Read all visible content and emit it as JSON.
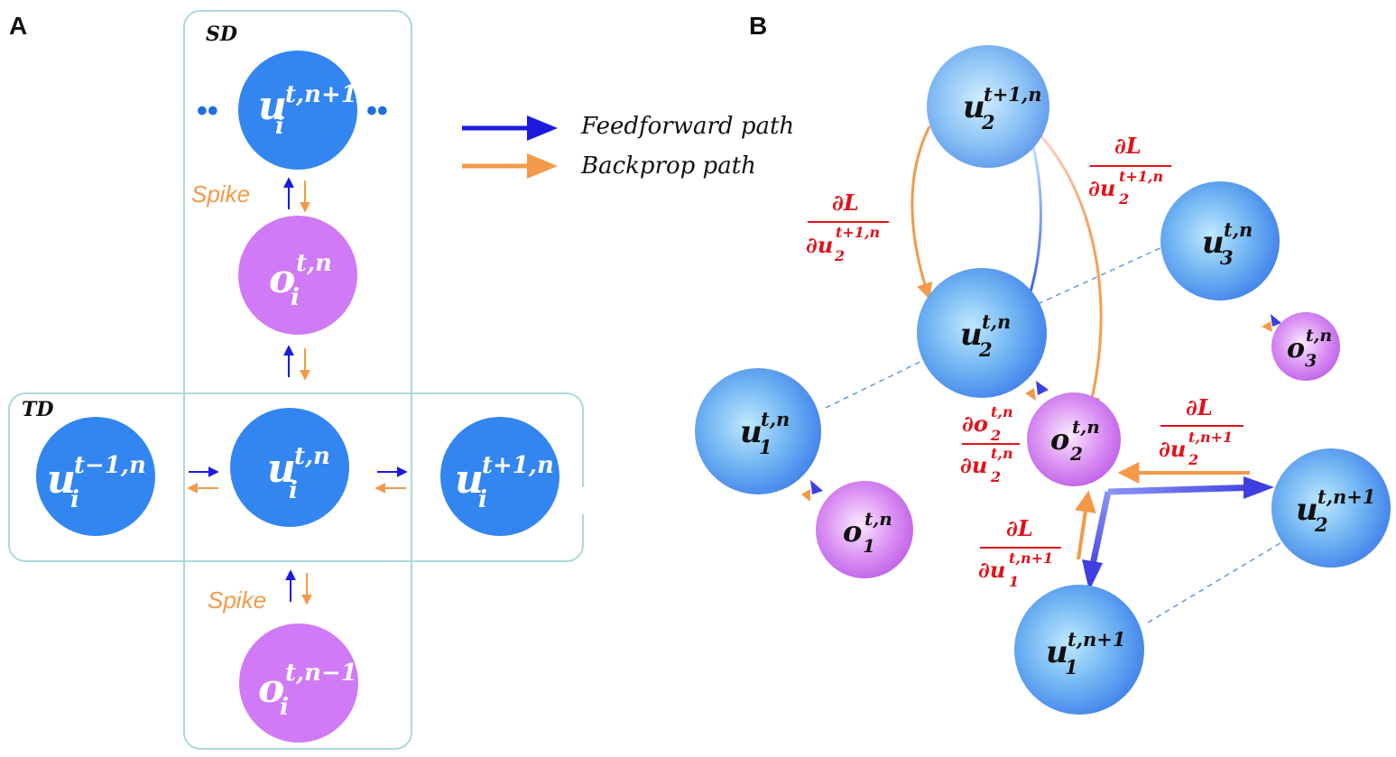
{
  "panels": {
    "a": "A",
    "b": "B"
  },
  "panel_a": {
    "sd_label": "SD",
    "td_label": "TD",
    "spike_top": "Spike",
    "spike_bottom": "Spike",
    "ellipsis": "••",
    "nodes": {
      "u_top": {
        "base": "u",
        "sub": "i",
        "sup": "t,n+1"
      },
      "o_mid": {
        "base": "o",
        "sub": "i",
        "sup": "t,n"
      },
      "u_center": {
        "base": "u",
        "sub": "i",
        "sup": "t,n"
      },
      "u_left": {
        "base": "u",
        "sub": "i",
        "sup": "t−1,n"
      },
      "u_right": {
        "base": "u",
        "sub": "i",
        "sup": "t+1,n"
      },
      "o_bottom": {
        "base": "o",
        "sub": "i",
        "sup": "t,n−1"
      }
    }
  },
  "legend": {
    "feedforward": "Feedforward path",
    "backprop": "Backprop path"
  },
  "panel_b": {
    "nodes": {
      "u2_next": {
        "base": "u",
        "sub": "2",
        "sup": "t+1,n"
      },
      "u3": {
        "base": "u",
        "sub": "3",
        "sup": "t,n"
      },
      "u2": {
        "base": "u",
        "sub": "2",
        "sup": "t,n"
      },
      "o3": {
        "base": "o",
        "sub": "3",
        "sup": "t,n"
      },
      "u1": {
        "base": "u",
        "sub": "1",
        "sup": "t,n"
      },
      "o2": {
        "base": "o",
        "sub": "2",
        "sup": "t,n"
      },
      "o1": {
        "base": "o",
        "sub": "1",
        "sup": "t,n"
      },
      "u2_n1": {
        "base": "u",
        "sub": "2",
        "sup": "t,n+1"
      },
      "u1_n1": {
        "base": "u",
        "sub": "1",
        "sup": "t,n+1"
      }
    },
    "gradients": {
      "g_left": {
        "num": "∂L",
        "den_base": "∂u",
        "den_sub": "2",
        "den_sup": "t+1,n"
      },
      "g_topright": {
        "num": "∂L",
        "den_base": "∂u",
        "den_sub": "2",
        "den_sup": "t+1,n"
      },
      "g_o2": {
        "num_base": "∂o",
        "num_sub": "2",
        "num_sup": "t,n",
        "den_base": "∂u",
        "den_sub": "2",
        "den_sup": "t,n"
      },
      "g_right": {
        "num": "∂L",
        "den_base": "∂u",
        "den_sub": "2",
        "den_sup": "t,n+1"
      },
      "g_bottom": {
        "num": "∂L",
        "den_base": "∂u",
        "den_sub": "1",
        "den_sup": "t,n+1"
      }
    }
  },
  "colors": {
    "node_blue": "#3385f0",
    "node_purple": "#d07af5",
    "feedforward": "#1a1ae0",
    "backprop": "#f39a4a",
    "box_border": "#a9d9dc",
    "gradient_text": "#e3101a"
  }
}
